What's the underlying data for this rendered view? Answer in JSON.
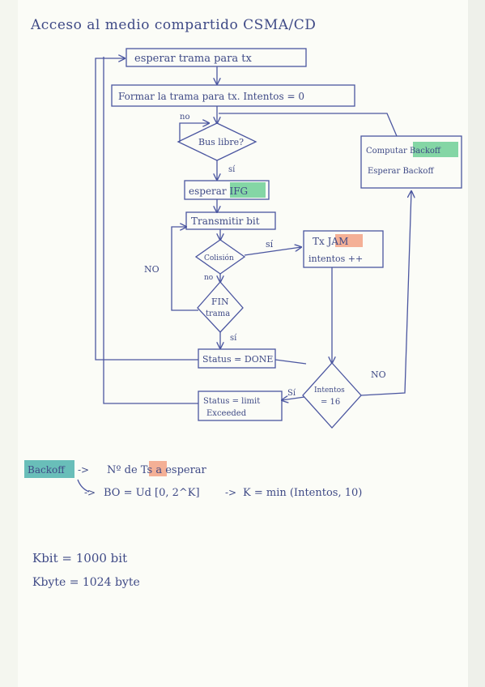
{
  "title": "Acceso al medio compartido CSMA/CD",
  "flow": {
    "wait_frame": "esperar trama para tx",
    "form_frame": "Formar la trama para tx. Intentos = 0",
    "bus_free": "Bus libre?",
    "label_no": "no",
    "label_si": "sí",
    "wait_ifg_prefix": "esperar ",
    "ifg": "IFG",
    "transmit_bit": "Transmitir bit",
    "collision": "Colisión",
    "collision_yes": "sí",
    "collision_no": "no",
    "loop_no": "NO",
    "tx_jam_prefix": "Tx ",
    "jam": "JAM",
    "attempts_inc": "intentos ++",
    "end_frame_line1": "FIN",
    "end_frame_line2": "trama",
    "end_yes": "sí",
    "status_done": "Status = DONE",
    "attempts_check_line1": "Intentos",
    "attempts_check_line2": "= 16",
    "attempts_no": "NO",
    "attempts_yes": "Sí",
    "status_limit_line1": "Status = limit",
    "status_limit_line2": "Exceeded",
    "compute_prefix": "Computar ",
    "compute_backoff": "Backoff",
    "wait_backoff": "Esperar Backoff"
  },
  "notes": {
    "backoff": "Backoff",
    "arrow1": "->",
    "n_prefix": "Nº de ",
    "ts": "Ts",
    "n_suffix": " a esperar",
    "arrow2": "->",
    "bo_formula": "BO = Ud [0, 2^K]",
    "arrow3": "->",
    "k_formula": "K = min (Intentos, 10)",
    "kbit": "Kbit = 1000 bit",
    "kbyte": "Kbyte = 1024 byte"
  },
  "colors": {
    "ink": "#3f4a86",
    "green_highlight": "#6fcf97",
    "orange_highlight": "#f2a285",
    "teal_highlight": "#4fb3ae",
    "paper": "#fbfcf7"
  }
}
